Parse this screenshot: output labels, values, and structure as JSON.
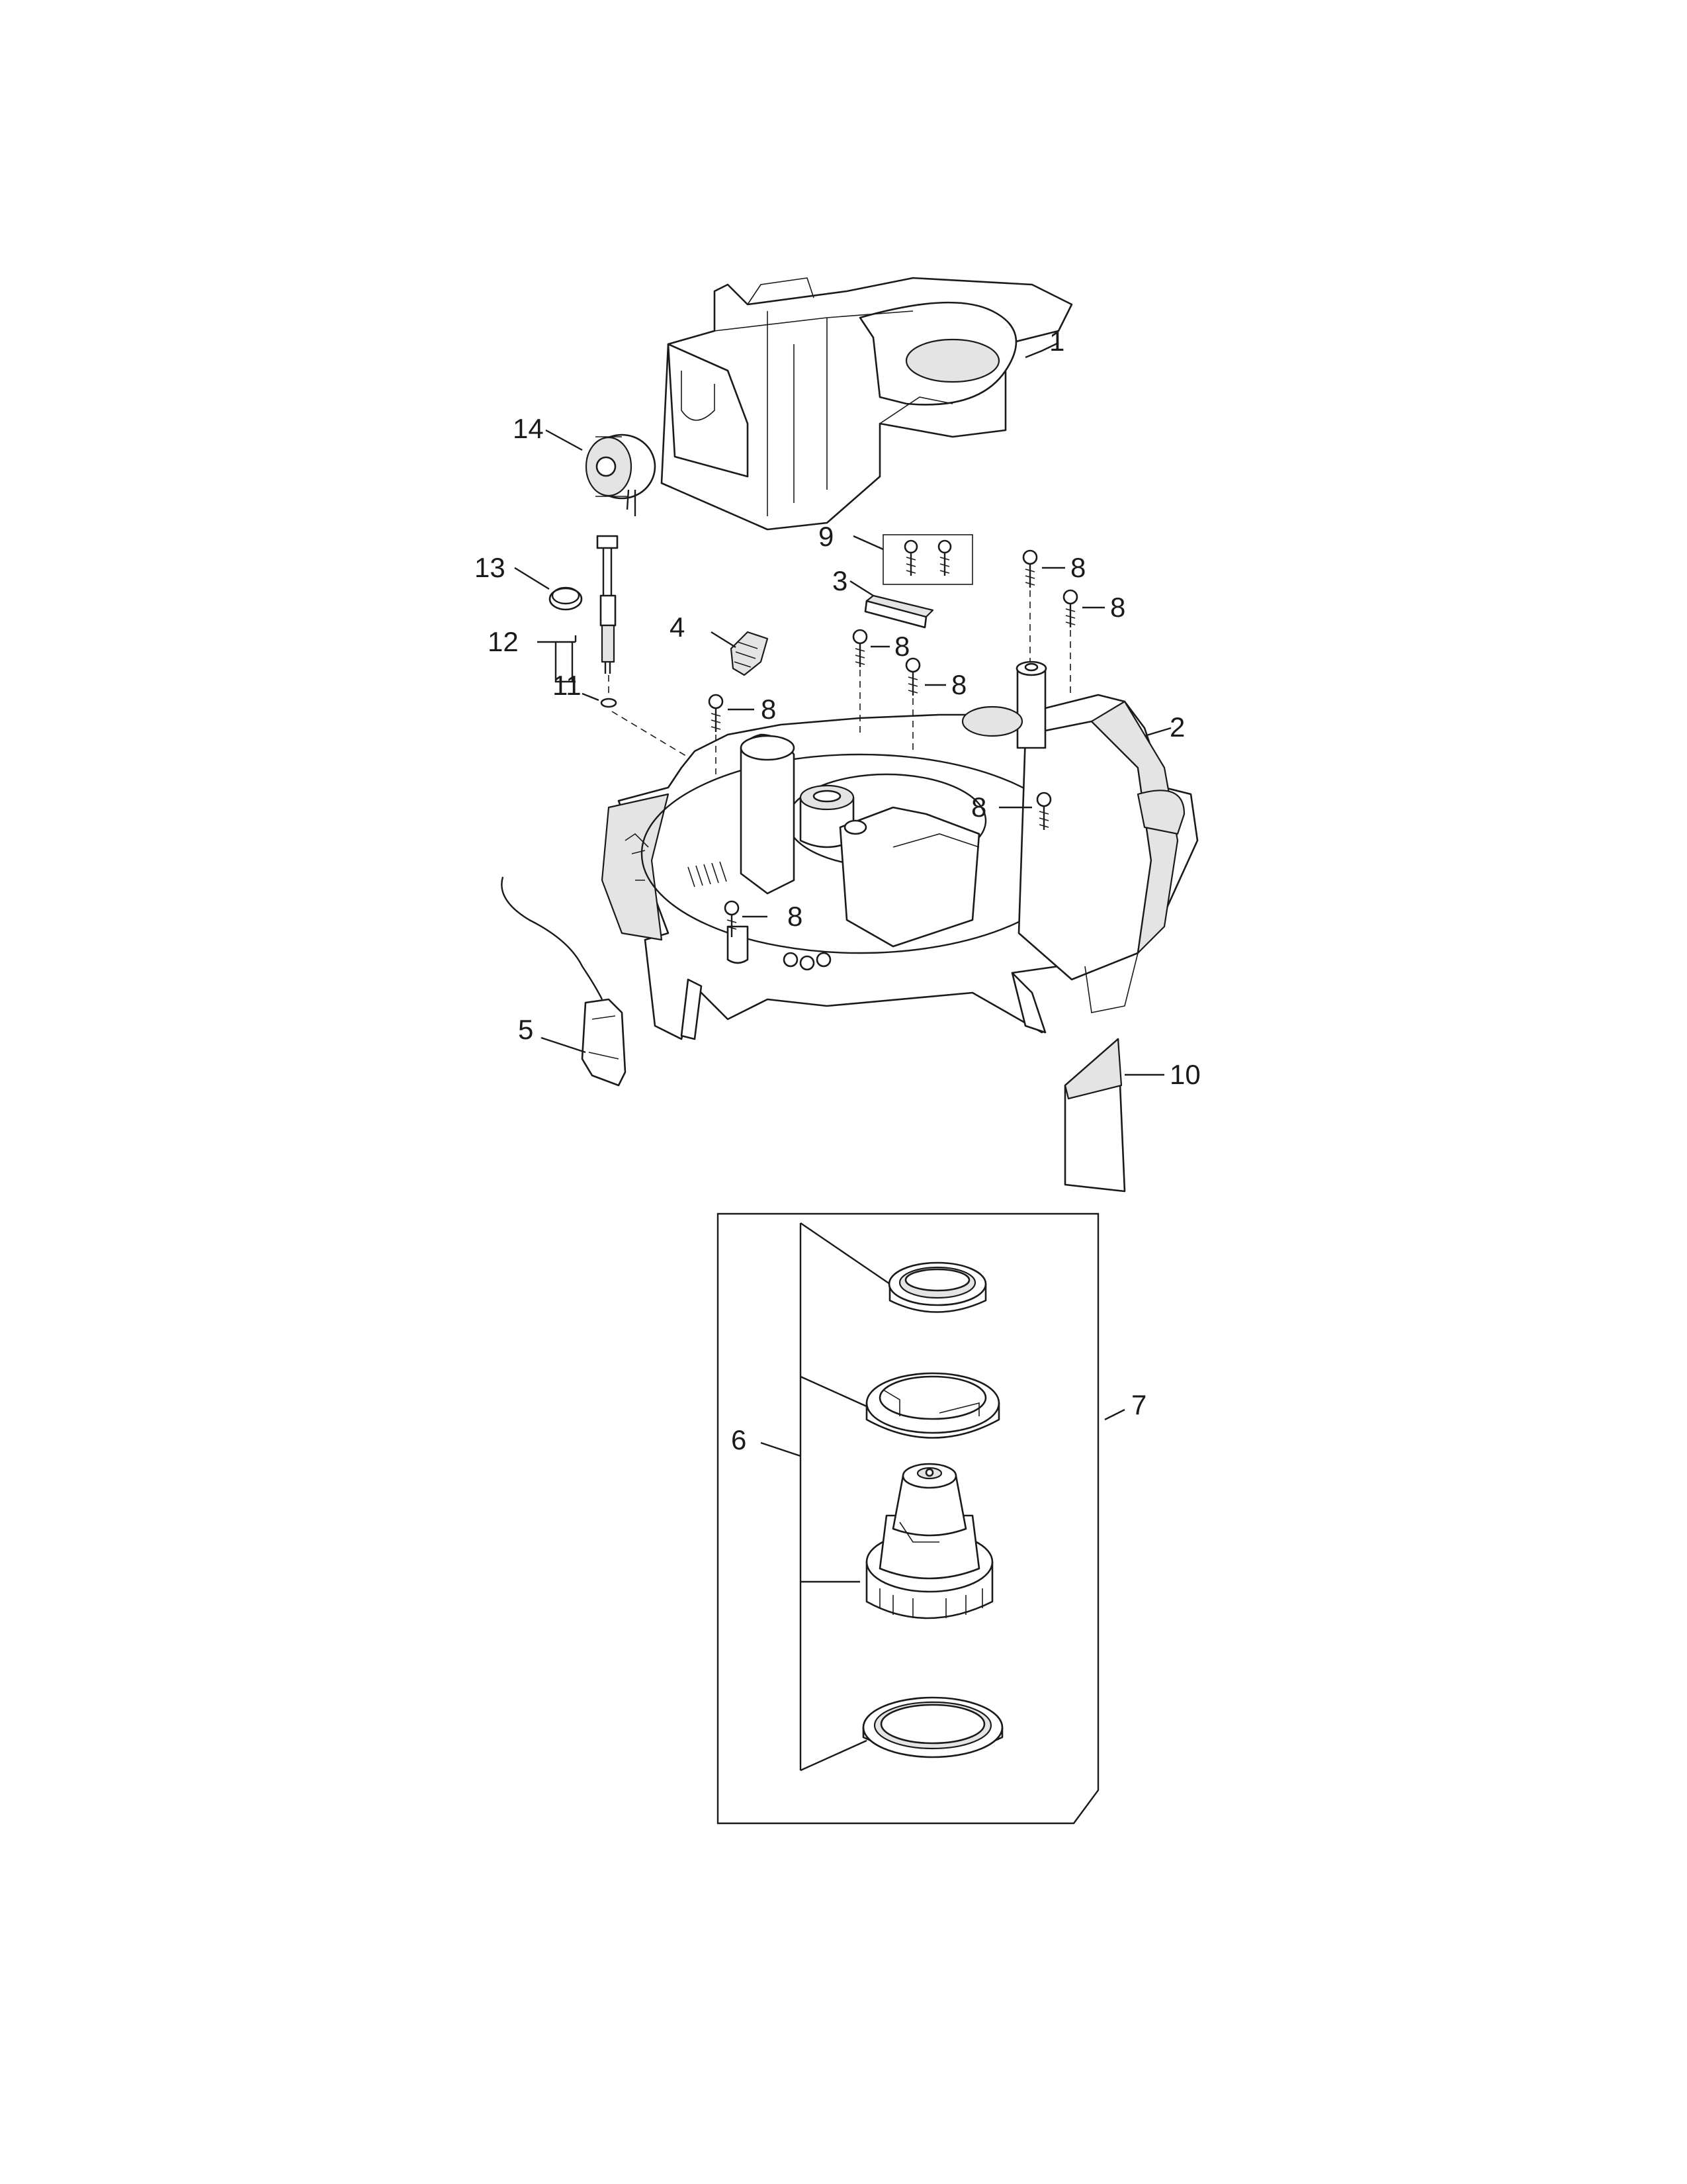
{
  "callouts": {
    "c1": "1",
    "c2": "2",
    "c3": "3",
    "c4": "4",
    "c5": "5",
    "c6": "6",
    "c7": "7",
    "c8a": "8",
    "c8b": "8",
    "c8c": "8",
    "c8d": "8",
    "c8e": "8",
    "c8f": "8",
    "c8g": "8",
    "c9": "9",
    "c10": "10",
    "c11": "11",
    "c12": "12",
    "c13": "13",
    "c14": "14"
  }
}
